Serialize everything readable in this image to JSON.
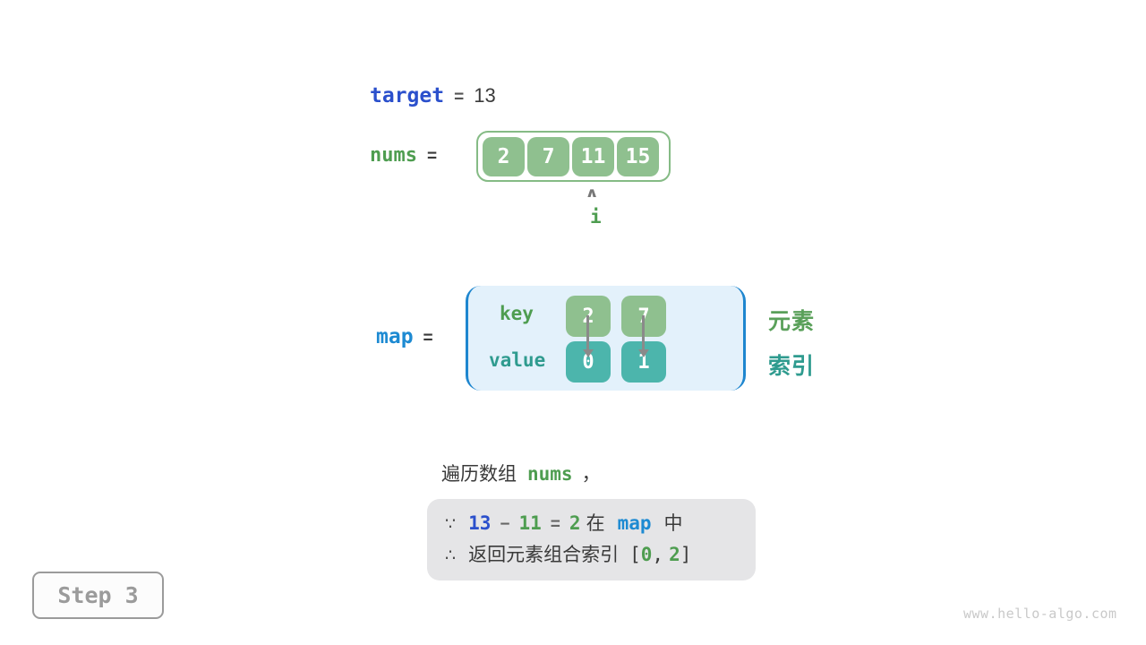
{
  "colors": {
    "royal_blue": "#2b50cc",
    "code_blue": "#1d8ad2",
    "green": "#4e9d50",
    "cell_green": "#8fc08f",
    "teal_text": "#2f9b8f",
    "cell_teal": "#4cb5ac",
    "arrow_gray": "#8a8a8a",
    "note_bg": "#e5e5e7",
    "map_bg": "#e3f1fb",
    "map_border": "#1e86cf"
  },
  "target_line": {
    "keyword": "target",
    "equals": "=",
    "value": "13"
  },
  "nums_line": {
    "keyword": "nums",
    "equals": "=",
    "cells": [
      "2",
      "7",
      "11",
      "15"
    ],
    "pointer_symbol": "∧",
    "pointer_label": "i"
  },
  "map_section": {
    "keyword": "map",
    "equals": "=",
    "key_label": "key",
    "value_label": "value",
    "keys": [
      "2",
      "7"
    ],
    "values": [
      "0",
      "1"
    ],
    "right_label_element": "元素",
    "right_label_index": "索引"
  },
  "caption": {
    "prefix": "遍历数组",
    "code": "nums",
    "suffix": "，"
  },
  "note_box": {
    "line1": {
      "symbol": "∵",
      "term1": "13",
      "minus": "−",
      "term2": "11",
      "equals": "=",
      "term3": "2",
      "zai": "在",
      "map": "map",
      "zhong": "中"
    },
    "line2": {
      "symbol": "∴",
      "text": "返回元素组合索引",
      "lbracket": "[",
      "value1": "0",
      "comma": ",",
      "value2": "2",
      "rbracket": "]"
    }
  },
  "step_badge": {
    "label": "Step 3"
  },
  "watermark": "www.hello-algo.com"
}
